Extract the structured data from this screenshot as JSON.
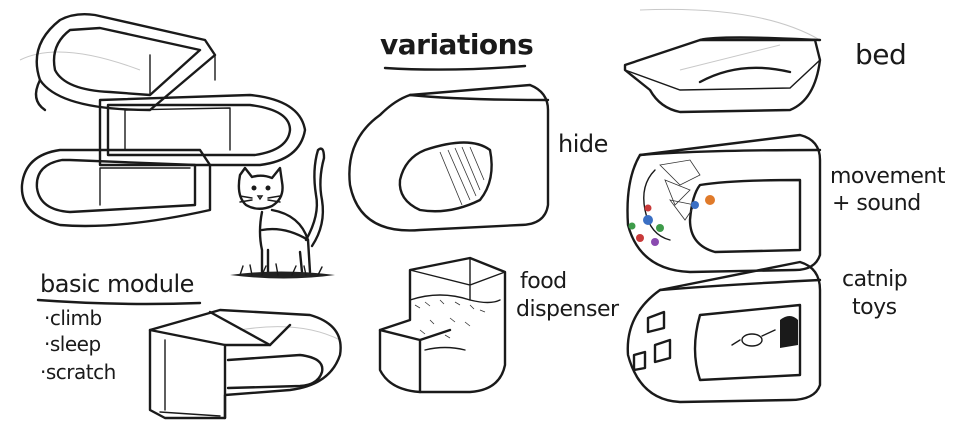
{
  "labels": {
    "variations": "variations",
    "bed": "bed",
    "hide": "hide",
    "movement_line1": "movement",
    "movement_line2": "+ sound",
    "food_line1": "food",
    "food_line2": "dispenser",
    "catnip_line1": "catnip",
    "catnip_line2": "toys",
    "basic_module": "basic module",
    "use_climb": "·climb",
    "use_sleep": "·sleep",
    "use_scratch": "·scratch"
  },
  "colors": {
    "ink": "#1a1a1a",
    "toy_orange": "#e07a2a",
    "toy_blue": "#3a6fc4",
    "toy_green": "#3e9b4a",
    "toy_red": "#c83a3a",
    "toy_purple": "#8a4ab0",
    "grass": "#222222"
  }
}
